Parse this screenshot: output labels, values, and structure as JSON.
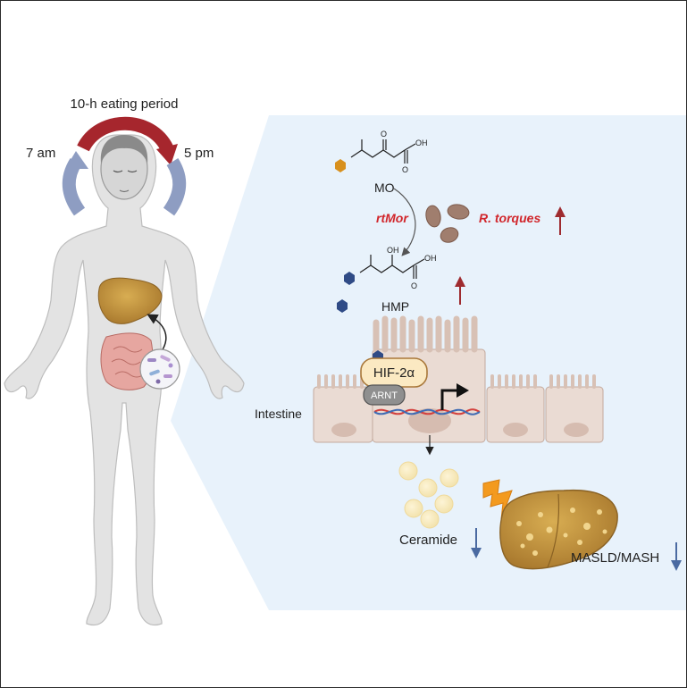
{
  "eating": {
    "period_label": "10-h eating period",
    "start_time": "7 am",
    "end_time": "5 pm"
  },
  "pathway": {
    "substrate_label": "MO",
    "enzyme_label": "rtMor",
    "bacterium_label": "R. torques",
    "product_label": "HMP"
  },
  "cell": {
    "transcription_factor_label": "HIF-2α",
    "partner_label": "ARNT",
    "tissue_label": "Intestine"
  },
  "outcomes": {
    "ceramide_label": "Ceramide",
    "disease_label": "MASLD/MASH"
  },
  "chemistry": {
    "atom_oxygen": "O",
    "group_oh": "OH"
  },
  "colors": {
    "panel_bg": "#e8f2fb",
    "arrow_up": "#9e2b2f",
    "arrow_down": "#4a6aa1",
    "clock_red": "#a6262d",
    "clock_blue": "#8e9dc2",
    "hexagon_blue": "#2f4b86",
    "hexagon_orange": "#d8901d",
    "liver": "#c59640",
    "bacteria": "#a07e6e"
  }
}
